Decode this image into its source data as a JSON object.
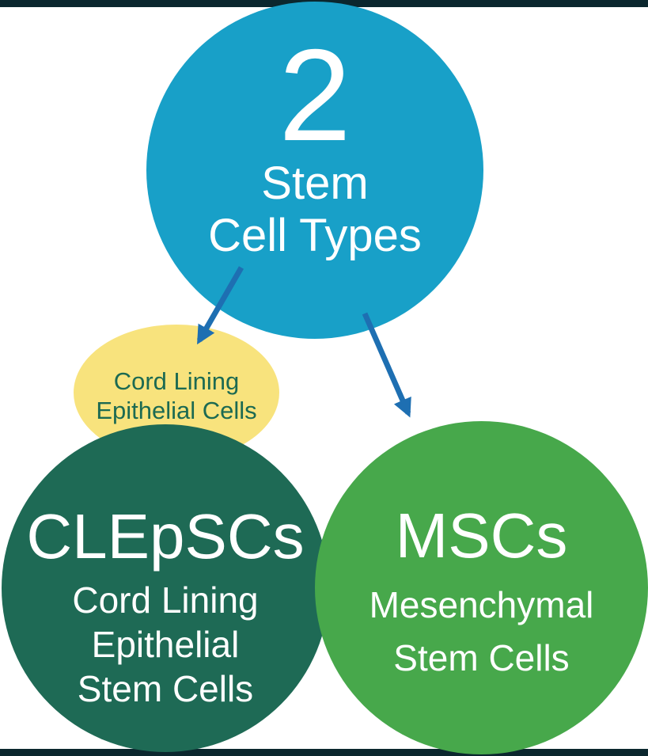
{
  "diagram": {
    "top_circle": {
      "number": "2",
      "line1": "Stem",
      "line2": "Cell Types"
    },
    "yellow_ellipse": {
      "line1": "Cord Lining",
      "line2": "Epithelial Cells"
    },
    "left_circle": {
      "abbr": "CLEpSCs",
      "line1": "Cord Lining",
      "line2": "Epithelial",
      "line3": "Stem Cells"
    },
    "right_circle": {
      "abbr": "MSCs",
      "line1": "Mesenchymal",
      "line2": "Stem Cells"
    },
    "colors": {
      "top_circle": "#18a0c8",
      "yellow_ellipse": "#f8e37d",
      "yellow_text": "#1c6a52",
      "left_circle": "#1e6a55",
      "right_circle": "#47a84b",
      "arrow": "#1e6fb2",
      "edge_strip": "#0b272e"
    }
  }
}
